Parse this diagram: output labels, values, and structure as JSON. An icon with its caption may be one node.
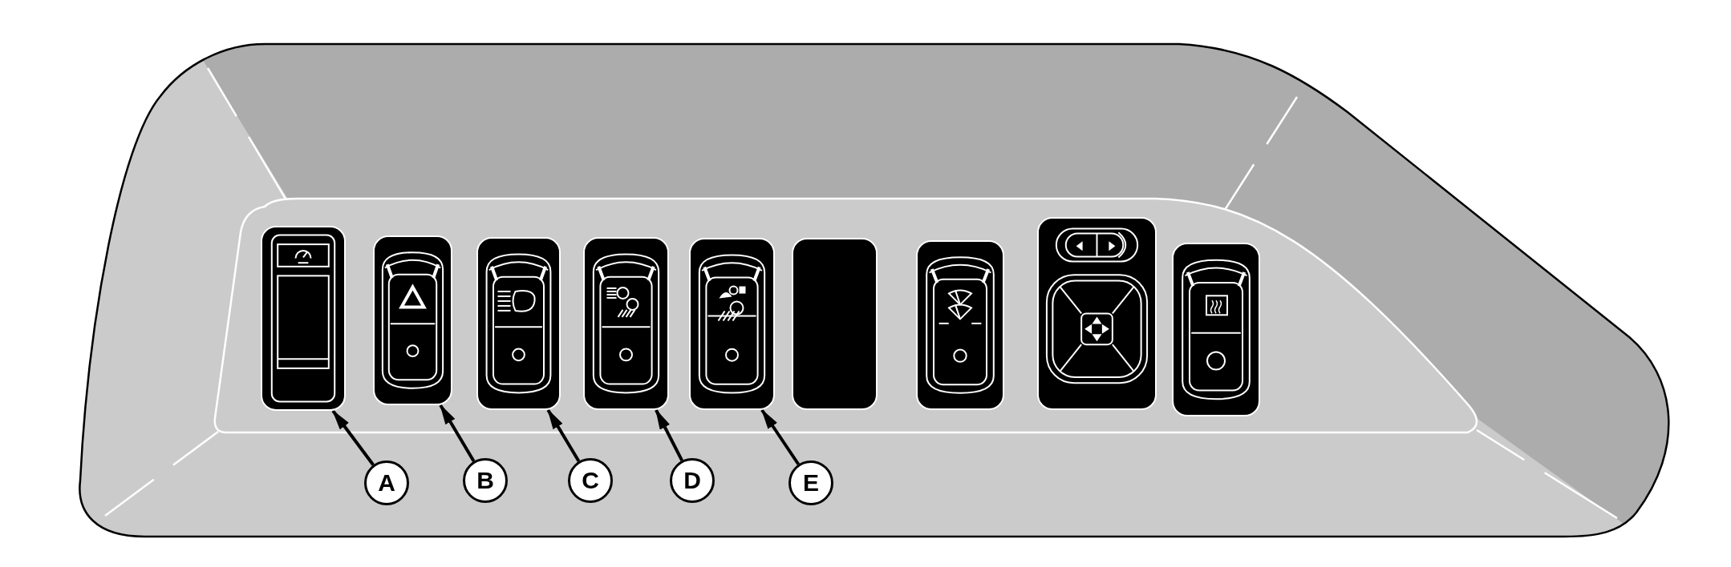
{
  "diagram": {
    "nodes": [
      {
        "text": [],
        "shape": "box"
      },
      {
        "text": [],
        "shape": "box"
      },
      {
        "text": [],
        "shape": "box"
      },
      {
        "text": [],
        "shape": "box"
      },
      {
        "text": [],
        "shape": "box"
      },
      {
        "text": [],
        "shape": "box"
      },
      {
        "text": [],
        "shape": "box"
      },
      {
        "text": [],
        "shape": "box"
      },
      {
        "text": [],
        "shape": "box"
      },
      {
        "text": [
          "A"
        ]
      },
      {
        "text": [
          "B"
        ]
      },
      {
        "text": [
          "C"
        ]
      },
      {
        "text": [
          "D"
        ]
      },
      {
        "text": [
          "E"
        ]
      }
    ],
    "edges": [
      {
        "from": 9,
        "to": 0,
        "arrow": "to"
      },
      {
        "from": 10,
        "to": 1,
        "arrow": "to"
      },
      {
        "from": 11,
        "to": 2,
        "arrow": "to"
      },
      {
        "from": 12,
        "to": 3,
        "arrow": "to"
      },
      {
        "from": 13,
        "to": 4,
        "arrow": "to"
      }
    ]
  }
}
